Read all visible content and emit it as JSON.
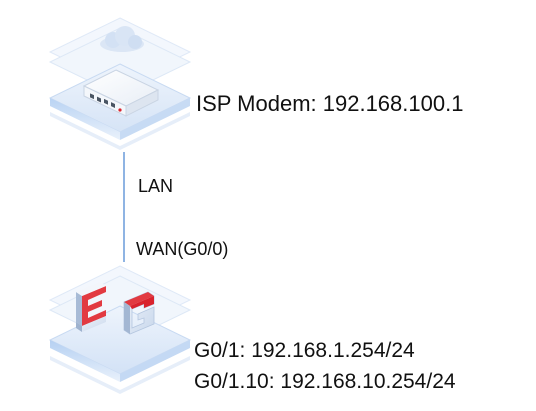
{
  "diagram": {
    "nodes": [
      {
        "id": "isp-modem",
        "label": "ISP Modem: 192.168.100.1",
        "icon": "cloud-modem-icon"
      },
      {
        "id": "eg-gateway",
        "icon": "eg-gateway-icon",
        "interfaces": [
          "G0/1: 192.168.1.254/24",
          "G0/1.10: 192.168.10.254/24"
        ]
      }
    ],
    "link": {
      "from_port": "LAN",
      "to_port": "WAN(G0/0)"
    }
  },
  "colors": {
    "link": "#8fb4e3",
    "platform": "#d9e6f7",
    "eg_logo": "#d9232d"
  }
}
